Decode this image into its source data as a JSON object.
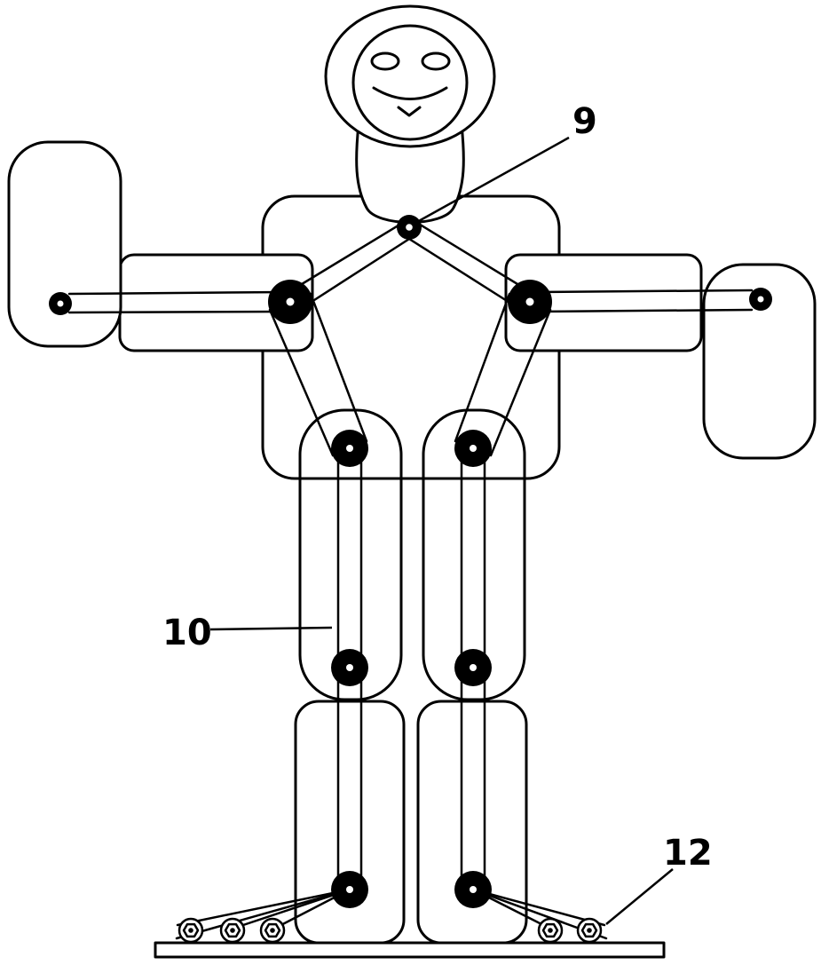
{
  "figure": {
    "description": "Patent-style black line drawing of a humanoid robot, front view, with belt-and-pulley joint transmissions in arms and legs, standing on a flat base plate",
    "background_color": "#ffffff",
    "line_color": "#000000"
  },
  "labels": [
    {
      "text": "9",
      "points_to": "chest pulley joint"
    },
    {
      "text": "10",
      "points_to": "left thigh belt transmission"
    },
    {
      "text": "12",
      "points_to": "right foot fastener"
    }
  ]
}
